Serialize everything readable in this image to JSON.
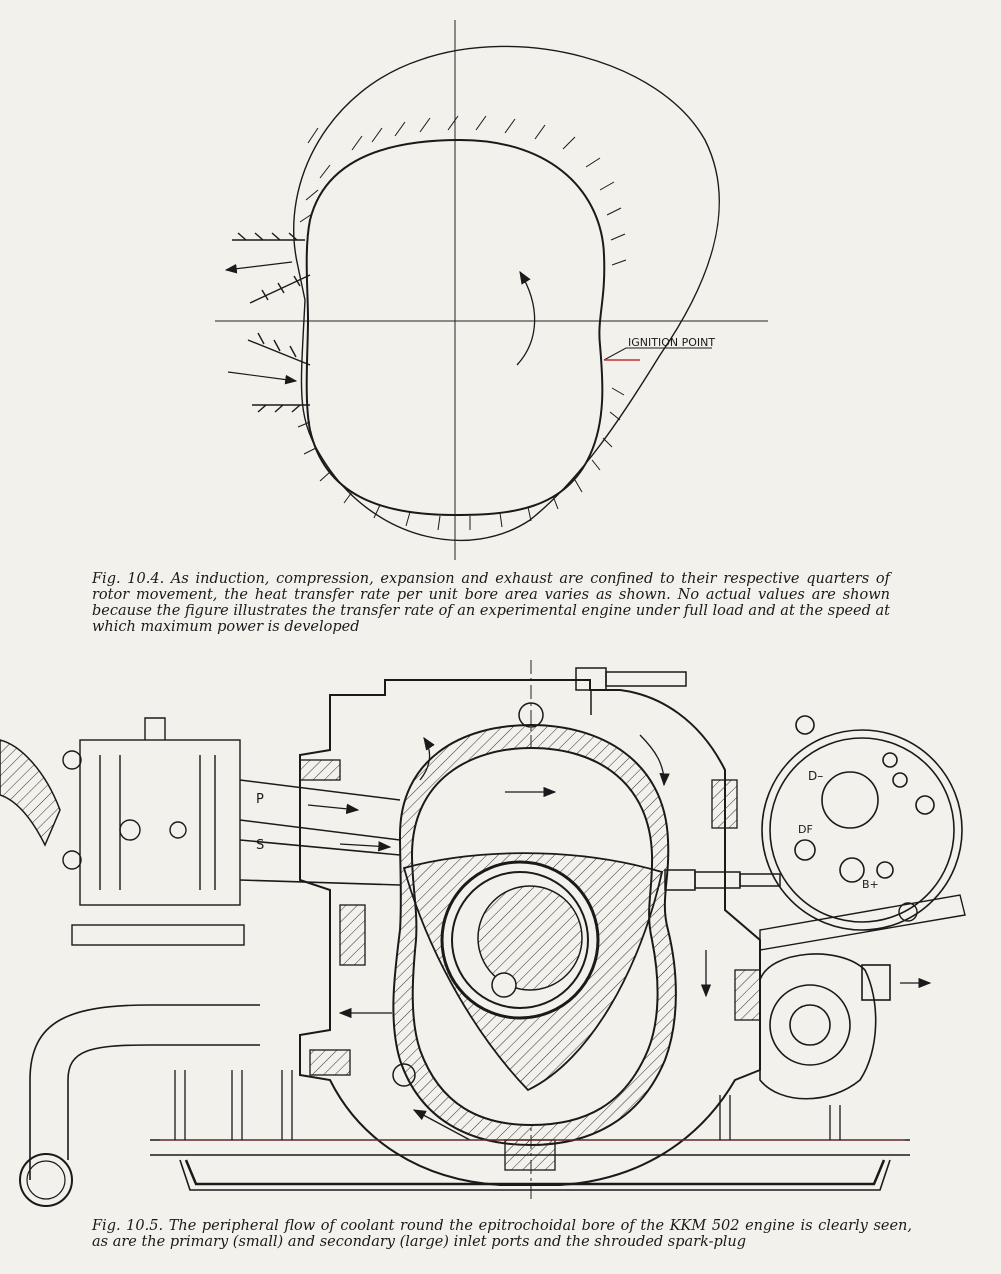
{
  "figure_10_4": {
    "annotation": "IGNITION POINT",
    "caption_label": "Fig. 10.4.",
    "caption_text": "As induction, compression, expansion and exhaust are confined to their respective quarters of rotor movement, the heat transfer rate per unit bore area varies as shown. No actual values are shown because the figure illustrates the transfer rate of an experimental engine under full load and at the speed at which maximum power is developed"
  },
  "figure_10_5": {
    "labels": {
      "primary_port": "P",
      "secondary_port": "S",
      "terminal_d_minus": "D–",
      "terminal_df": "DF",
      "terminal_b_plus": "B+"
    },
    "caption_label": "Fig. 10.5.",
    "caption_text": "The peripheral flow of coolant round the epitrochoidal bore of the KKM 502 engine is clearly seen, as are the primary (small) and secondary (large) inlet ports and the shrouded spark-plug"
  }
}
